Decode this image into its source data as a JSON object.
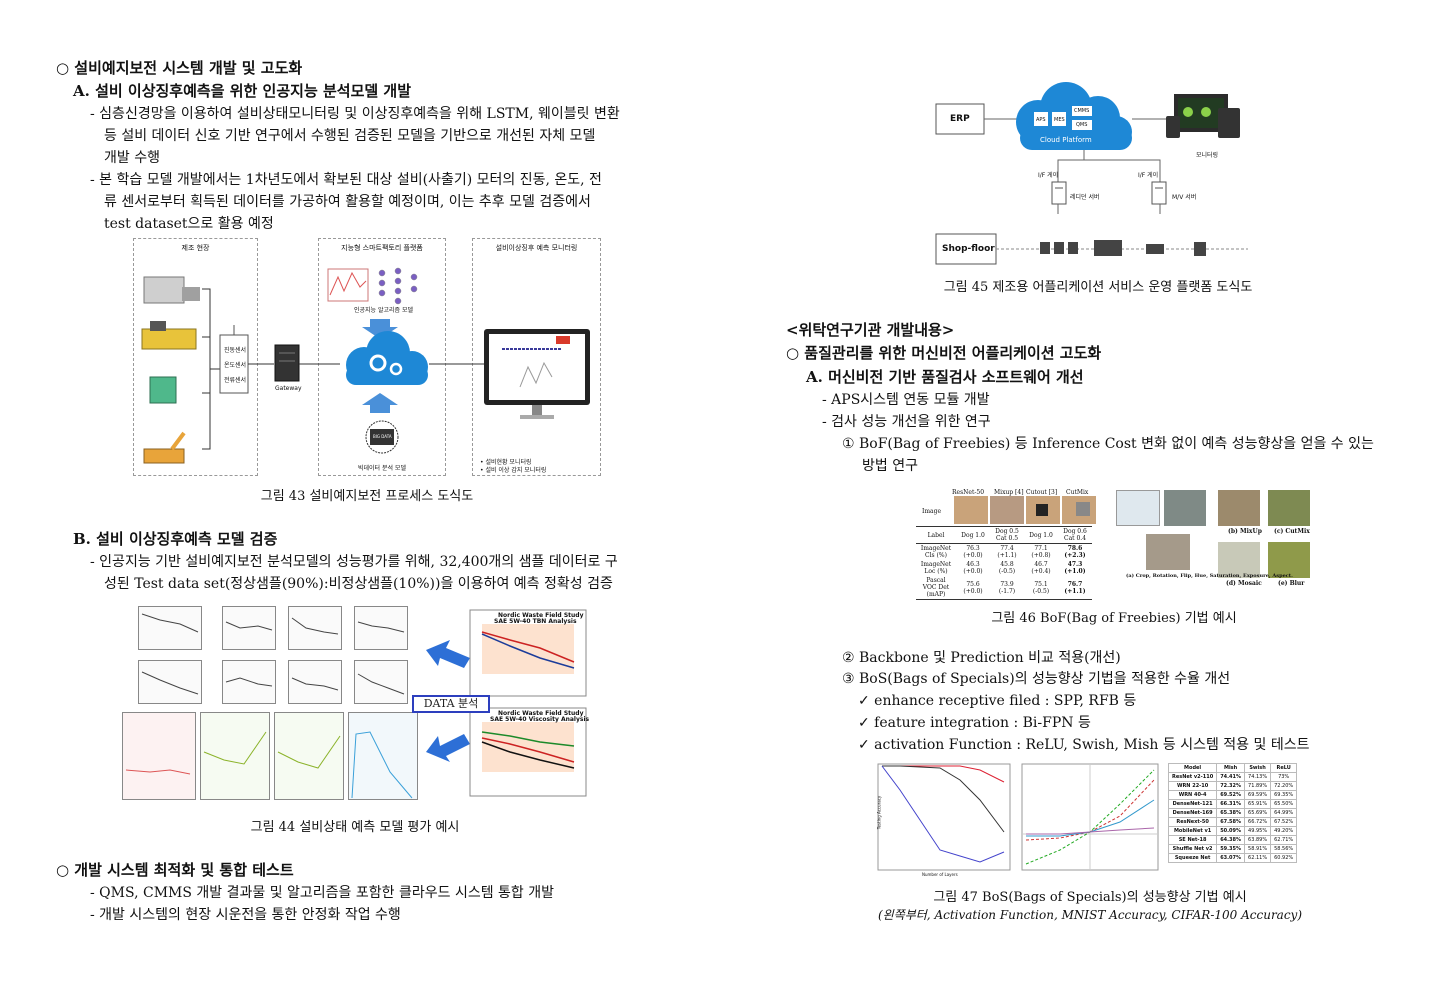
{
  "left": {
    "sec1_title": "○  설비예지보전 시스템 개발 및 고도화",
    "secA_title": "A. 설비 이상징후예측을 위한 인공지능 분석모델 개발",
    "secA_b1_l1": "- 심층신경망을 이용하여 설비상태모니터링 및 이상징후예측을 위해 LSTM, 웨이블릿 변환",
    "secA_b1_l2": "등 설비 데이터 신호 기반 연구에서 수행된 검증된 모델을 기반으로 개선된 자체 모델",
    "secA_b1_l3": "개발 수행",
    "secA_b2_l1": "- 본 학습 모델 개발에서는 1차년도에서 확보된 대상 설비(사출기) 모터의 진동, 온도, 전",
    "secA_b2_l2": "류 센서로부터 획득된 데이터를 가공하여 활용할 예정이며, 이는 추후 모델 검증에서",
    "secA_b2_l3": "test dataset으로 활용 예정",
    "fig43": {
      "box1": "제조 현장",
      "box2": "지능형 스마트팩토리 플랫폼",
      "box3": "설비이상징후 예측 모니터링",
      "sensor1": "진동센서",
      "sensor2": "온도센서",
      "sensor3": "전류센서",
      "gateway": "Gateway",
      "ai_model": "인공지능 알고리즘 모델",
      "bigdata_model": "빅데이터 분석 모델",
      "bigdata_icon": "BIG DATA",
      "mon1": "•  설비현황 모니터링",
      "mon2": "•  설비 이상 감지 모니터링",
      "caption": "그림 43 설비예지보전 프로세스 도식도"
    },
    "secB_title": "B. 설비 이상징후예측 모델 검증",
    "secB_b1_l1": "- 인공지능 기반 설비예지보전 분석모델의 성능평가를 위해, 32,400개의 샘플 데이터로 구",
    "secB_b1_l2": "성된 Test data set(정상샘플(90%):비정상샘플(10%))을 이용하여 예측 정확성 검증",
    "fig44": {
      "data_label": "DATA 분석",
      "chart1_title": "Nordic Waste Field Study",
      "chart1_sub": "SAE 5W-40 TBN Analysis",
      "chart2_title": "Nordic Waste Field Study",
      "chart2_sub": "SAE 5W-40 Viscosity Analysis",
      "caption": "그림 44 설비상태 예측 모델 평가 예시"
    },
    "sec2_title": "○  개발 시스템 최적화 및 통합 테스트",
    "sec2_b1": "- QMS, CMMS 개발 결과물 및 알고리즘을 포함한 클라우드 시스템 통합 개발",
    "sec2_b2": "- 개발 시스템의 현장 시운전을 통한 안정화 작업 수행"
  },
  "right": {
    "fig45": {
      "erp": "ERP",
      "aps": "APS",
      "mes": "MES",
      "cmms": "CMMS",
      "qms": "QMS",
      "cloud": "Cloud Platform",
      "monitor": "모니터링",
      "if1": "I/F 게이",
      "if2": "I/F 게이",
      "server1": "레디던 서버",
      "server2": "M/V 서버",
      "shopfloor": "Shop-floor",
      "caption": "그림 45 제조용 어플리케이션 서비스 운영 플랫폼 도식도"
    },
    "inst_title": "<위탁연구기관 개발내용>",
    "sec1_title": "○  품질관리를 위한 머신비전 어플리케이션 고도화",
    "secA_title": "A. 머신비전 기반 품질검사 소프트웨어 개선",
    "b1": "- APS시스템 연동 모듈 개발",
    "b2": "- 검사 성능 개선을 위한 연구",
    "item1_l1": "① BoF(Bag of Freebies) 등 Inference Cost 변화 없이 예측 성능향상을 얻을 수 있는",
    "item1_l2": "방법 연구",
    "fig46": {
      "headers": [
        "ResNet-50",
        "Mixup [4]",
        "Cutout [3]",
        "CutMix"
      ],
      "image_label": "Image",
      "label_row": [
        "Label",
        "Dog 1.0",
        "Dog 0.5\nCat 0.5",
        "Dog 1.0",
        "Dog 0.6\nCat 0.4"
      ],
      "rows": [
        [
          "ImageNet Cls (%)",
          "76.3 (+0.0)",
          "77.4 (+1.1)",
          "77.1 (+0.8)",
          "78.6 (+2.3)"
        ],
        [
          "ImageNet Loc (%)",
          "46.3 (+0.0)",
          "45.8 (-0.5)",
          "46.7 (+0.4)",
          "47.3 (+1.0)"
        ],
        [
          "Pascal VOC Det (mAP)",
          "75.6 (+0.0)",
          "73.9 (-1.7)",
          "75.1 (-0.5)",
          "76.7 (+1.1)"
        ]
      ],
      "lab_b": "(b) MixUp",
      "lab_c": "(c) CutMix",
      "lab_a": "(a) Crop, Rotation, Flip, Hue, Saturation, Exposure, Aspect.",
      "lab_d": "(d) Mosaic",
      "lab_e": "(e) Blur",
      "caption": "그림 46 BoF(Bag of Freebies) 기법 예시"
    },
    "item2": "② Backbone 및 Prediction 비교 적용(개선)",
    "item3": "③ BoS(Bags of Specials)의 성능향상 기법을 적용한 수율 개선",
    "chk1": "✓  enhance receptive filed : SPP, RFB 등",
    "chk2": "✓  feature integration : Bi-FPN 등",
    "chk3": "✓  activation Function : ReLU, Swish, Mish 등 시스템 적용 및 테스트",
    "fig47": {
      "plot1_xlabel": "Number of Layers",
      "plot1_ylabel": "Testing Accuracy",
      "table_headers": [
        "Model",
        "Mish",
        "Swish",
        "ReLU"
      ],
      "table_rows": [
        [
          "ResNet v2-110",
          "74.41%",
          "74.13%",
          "73%"
        ],
        [
          "WRN 22-10",
          "72.32%",
          "71.89%",
          "72.20%"
        ],
        [
          "WRN 40-4",
          "69.52%",
          "69.59%",
          "69.35%"
        ],
        [
          "DenseNet-121",
          "66.31%",
          "65.91%",
          "65.50%"
        ],
        [
          "DenseNet-169",
          "65.38%",
          "65.69%",
          "64.99%"
        ],
        [
          "ResNext-50",
          "67.58%",
          "66.72%",
          "67.52%"
        ],
        [
          "MobileNet v1",
          "50.09%",
          "49.95%",
          "49.20%"
        ],
        [
          "SE Net-18",
          "64.38%",
          "63.89%",
          "62.71%"
        ],
        [
          "Shuffle Net v2",
          "59.35%",
          "58.91%",
          "58.56%"
        ],
        [
          "Squeeze Net",
          "63.07%",
          "62.11%",
          "60.92%"
        ]
      ],
      "caption": "그림 47 BoS(Bags of Specials)의 성능향상 기법 예시",
      "note": "(왼쪽부터, Activation Function, MNIST Accuracy, CIFAR-100 Accuracy)"
    }
  },
  "colors": {
    "cloud_blue": "#1e88d6",
    "arrow_blue": "#2d6fd6",
    "mon_red": "#d93a2b",
    "box_border": "#999999"
  }
}
